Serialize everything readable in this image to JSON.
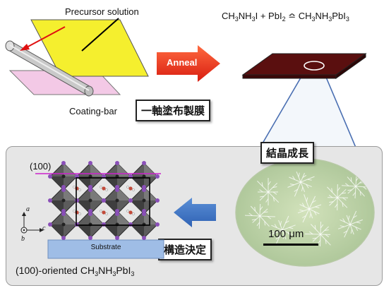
{
  "labels": {
    "precursor": "Precursor solution",
    "coating_bar": "Coating-bar",
    "anneal": "Anneal",
    "uniaxial_coating": "一軸塗布製膜",
    "crystal_growth": "結晶成長",
    "structure_determination": "構造決定",
    "plane_100": "(100)",
    "substrate": "Substrate",
    "scale_bar": "100 μm",
    "axis_a": "a",
    "axis_b": "b",
    "axis_c": "c"
  },
  "equation": {
    "r1_a": "CH",
    "r1_b": "3",
    "r1_c": "NH",
    "r1_d": "3",
    "r1_e": "I",
    "plus": " + ",
    "r2_a": "PbI",
    "r2_b": "2",
    "arrow": " ≏ ",
    "p_a": "CH",
    "p_b": "3",
    "p_c": "NH",
    "p_d": "3",
    "p_e": "PbI",
    "p_f": "3"
  },
  "caption": {
    "a": "(100)-oriented CH",
    "b": "3",
    "c": "NH",
    "d": "3",
    "e": "PbI",
    "f": "3"
  },
  "colors": {
    "film": "#f5ef2e",
    "annealed_film": "#5a0f0f",
    "anneal_arrow": "#ee3322",
    "blue_arrow": "#3b73c4",
    "substrate": "#9fbde6",
    "crystal_micrograph": "#bcd3a4",
    "plane_line": "#cc22cc"
  }
}
